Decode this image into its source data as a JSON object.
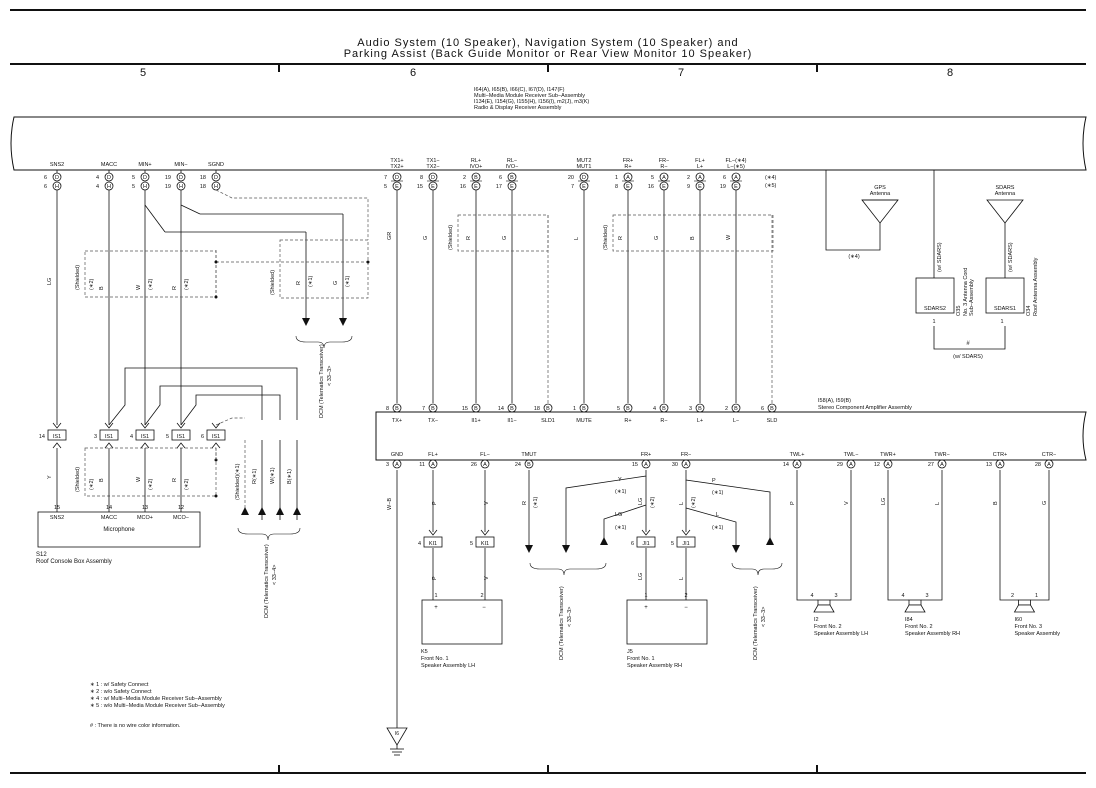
{
  "title": {
    "line1": "Audio System (10 Speaker),  Navigation System (10 Speaker) and",
    "line2": "Parking Assist (Back Guide Monitor or Rear View Monitor 10 Speaker)"
  },
  "columns": [
    "5",
    "6",
    "7",
    "8"
  ],
  "receiver": {
    "line1": "I64(A), I65(B), I66(C), I67(D), I147(F)",
    "line2": "Multi−Media Module Receiver Sub−Assembly",
    "line3": "I134(E), I154(G), I155(H), I156(I), m2(J), m3(K)",
    "line4": "Radio & Display Receiver Assembly",
    "left_pins": [
      {
        "name": "SNS2",
        "row1": "6",
        "c1": "D",
        "row2": "6",
        "c2": "H"
      },
      {
        "name": "MACC",
        "row1": "4",
        "c1": "D",
        "row2": "4",
        "c2": "H"
      },
      {
        "name": "MIN+",
        "row1": "5",
        "c1": "D",
        "row2": "5",
        "c2": "H"
      },
      {
        "name": "MIN−",
        "row1": "19",
        "c1": "D",
        "row2": "19",
        "c2": "H"
      },
      {
        "name": "SGND",
        "row1": "18",
        "c1": "D",
        "row2": "18",
        "c2": "H"
      }
    ],
    "right_pins": [
      {
        "n1": "TX1+",
        "n2": "TX2+",
        "row1": "7",
        "c1": "D",
        "row2": "5",
        "c2": "E"
      },
      {
        "n1": "TX1−",
        "n2": "TX2−",
        "row1": "8",
        "c1": "D",
        "row2": "15",
        "c2": "E"
      },
      {
        "n1": "RL+",
        "n2": "IVO+",
        "row1": "2",
        "c1": "B",
        "row2": "16",
        "c2": "E"
      },
      {
        "n1": "RL−",
        "n2": "IVO−",
        "row1": "6",
        "c1": "B",
        "row2": "17",
        "c2": "E"
      },
      {
        "n1": "MUT2",
        "n2": "MUT1",
        "row1": "20",
        "c1": "D",
        "row2": "7",
        "c2": "E"
      },
      {
        "n1": "FR+",
        "n2": "R+",
        "row1": "1",
        "c1": "A",
        "row2": "8",
        "c2": "E"
      },
      {
        "n1": "FR−",
        "n2": "R−",
        "row1": "5",
        "c1": "A",
        "row2": "16",
        "c2": "E"
      },
      {
        "n1": "FL+",
        "n2": "L+",
        "row1": "2",
        "c1": "A",
        "row2": "9",
        "c2": "E"
      },
      {
        "n1": "FL−(∗4)",
        "n2": "L−(∗5)",
        "row1": "6",
        "c1": "A",
        "row2": "19",
        "c2": "E"
      }
    ],
    "tag_4": "(∗4)",
    "tag_5": "(∗5)"
  },
  "shielded": "(Shielded)",
  "wire_colors": {
    "sns2": "LG",
    "macc": "B",
    "minp": "W",
    "minm": "R",
    "dcm_r": "R",
    "dcm_g": "G",
    "tx": "GR",
    "txm": "G",
    "ivop": "R",
    "ivom": "G",
    "mute": "L",
    "rp": "R",
    "rm": "G",
    "lp": "B",
    "lm": "W",
    "y": "Y",
    "wb": "W−B",
    "flp": "P",
    "flm": "V",
    "tmut": "R",
    "frp_y": "Y",
    "frp_lg": "LG",
    "frm_p": "P",
    "frm_l": "L",
    "twlp": "P",
    "twlm": "V",
    "twrp": "LG",
    "twrm": "L",
    "ctrp": "B",
    "ctrm": "G",
    "sh_r": "R(∗1)",
    "sh_w": "W(∗1)",
    "sh_b": "B(∗1)",
    "shielded_1": "(Shielded)(∗1)"
  },
  "star2": "(∗2)",
  "star1": "(∗1)",
  "gps": {
    "label1": "GPS",
    "label2": "Antenna",
    "tag": "(∗4)"
  },
  "sdars_ant": {
    "label1": "SDARS",
    "label2": "Antenna"
  },
  "sdars2": {
    "box": "SDARS2",
    "pin": "1",
    "wsdars": "(w/ SDARS)",
    "id": "O35",
    "desc1": "No. 3 Antenna Cord",
    "desc2": "Sub−Assembly"
  },
  "sdars1": {
    "box": "SDARS1",
    "pin": "1",
    "wsdars": "(w/ SDARS)",
    "id": "O34",
    "desc1": "Roof Antenna Assembly"
  },
  "hash": "#",
  "w_sdars_bottom": "(w/ SDARS)",
  "dcm_label": {
    "line1": "DCM (Telematics Transceiver)",
    "line2": "< 33−3>"
  },
  "dcm_label_4": {
    "line1": "DCM (Telematics Transceiver)",
    "line2": "< 33−4>"
  },
  "dcm_label_3b": {
    "line1": "DCM (Telematics Transceiver)",
    "line2": "< 33−3>"
  },
  "dcm_label_3c": {
    "line1": "DCM (Telematics Transceiver)",
    "line2": "< 33−3>"
  },
  "amp": {
    "id": "I58(A), I59(B)",
    "name": "Stereo Component Amplifier Assembly",
    "top_pins": [
      {
        "pin": "8",
        "c": "B",
        "name": "TX+"
      },
      {
        "pin": "7",
        "c": "B",
        "name": "TX−"
      },
      {
        "pin": "15",
        "c": "B",
        "name": "II1+"
      },
      {
        "pin": "14",
        "c": "B",
        "name": "II1−"
      },
      {
        "pin": "18",
        "c": "B",
        "name": "SLD1"
      },
      {
        "pin": "1",
        "c": "B",
        "name": "MUTE"
      },
      {
        "pin": "5",
        "c": "B",
        "name": "R+"
      },
      {
        "pin": "4",
        "c": "B",
        "name": "R−"
      },
      {
        "pin": "3",
        "c": "B",
        "name": "L+"
      },
      {
        "pin": "2",
        "c": "B",
        "name": "L−"
      },
      {
        "pin": "6",
        "c": "B",
        "name": "SLD"
      }
    ],
    "bottom_pins": [
      {
        "pin": "3",
        "c": "A",
        "name": "GND"
      },
      {
        "pin": "11",
        "c": "A",
        "name": "FL+"
      },
      {
        "pin": "26",
        "c": "A",
        "name": "FL−"
      },
      {
        "pin": "24",
        "c": "B",
        "name": "TMUT"
      },
      {
        "pin": "15",
        "c": "A",
        "name": "FR+"
      },
      {
        "pin": "30",
        "c": "A",
        "name": "FR−"
      },
      {
        "pin": "14",
        "c": "A",
        "name": "TWL+"
      },
      {
        "pin": "29",
        "c": "A",
        "name": "TWL−"
      },
      {
        "pin": "12",
        "c": "A",
        "name": "TWR+"
      },
      {
        "pin": "27",
        "c": "A",
        "name": "TWR−"
      },
      {
        "pin": "13",
        "c": "A",
        "name": "CTR+"
      },
      {
        "pin": "28",
        "c": "A",
        "name": "CTR−"
      }
    ]
  },
  "is1": {
    "label": "IS1",
    "pins": [
      "14",
      "3",
      "4",
      "5",
      "6"
    ]
  },
  "microphone": {
    "pins": [
      "15",
      "14",
      "13",
      "12"
    ],
    "names": [
      "SNS2",
      "MACC",
      "MCO+",
      "MCO−"
    ],
    "label": "Microphone",
    "id": "S12",
    "desc": "Roof Console Box Assembly"
  },
  "ki1": {
    "label": "KI1",
    "pins": [
      "4",
      "5"
    ]
  },
  "ji1": {
    "label": "JI1",
    "pins": [
      "6",
      "5"
    ]
  },
  "k5": {
    "id": "K5",
    "desc1": "Front No. 1",
    "desc2": "Speaker Assembly LH",
    "pin1": "1",
    "pin2": "2",
    "plus": "+",
    "minus": "−"
  },
  "j5": {
    "id": "J5",
    "desc1": "Front No. 1",
    "desc2": "Speaker Assembly RH",
    "pin1": "1",
    "pin2": "2",
    "plus": "+",
    "minus": "−"
  },
  "i2": {
    "id": "I2",
    "desc1": "Front No. 2",
    "desc2": "Speaker Assembly LH",
    "pin1": "4",
    "pin2": "3"
  },
  "i84": {
    "id": "I84",
    "desc1": "Front No. 2",
    "desc2": "Speaker Assembly RH",
    "pin1": "4",
    "pin2": "3"
  },
  "i60": {
    "id": "I60",
    "desc1": "Front No. 3",
    "desc2": "Speaker Assembly",
    "pin1": "2",
    "pin2": "1"
  },
  "ground": {
    "id": "I6"
  },
  "notes": [
    "∗ 1 : w/ Safety Connect",
    "∗ 2 : w/o Safety Connect",
    "∗ 4 : w/ Multi−Media Module Receiver Sub−Assembly",
    "∗ 5 : w/o Multi−Media Module Receiver Sub−Assembly"
  ],
  "note_hash": "# : There is no wire color information."
}
